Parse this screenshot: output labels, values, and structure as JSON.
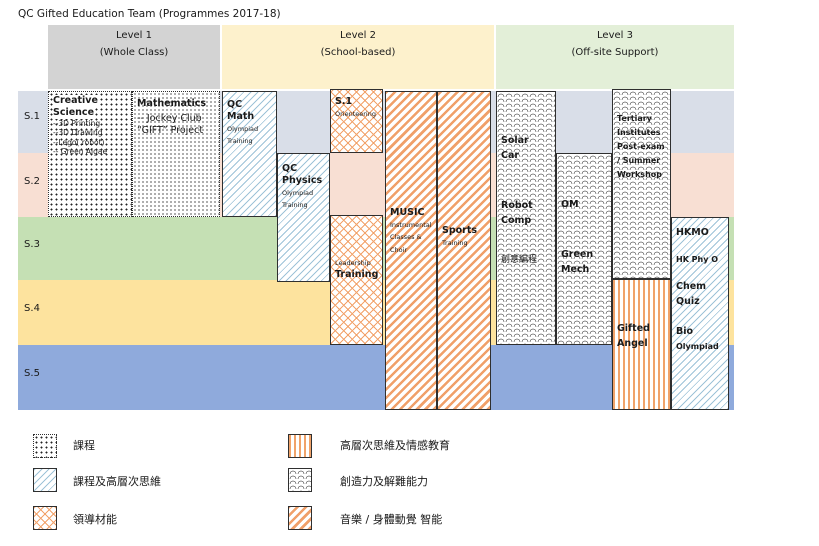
{
  "title": "QC Gifted Education Team (Programmes 2017-18)",
  "levels": [
    {
      "name": "Level 1",
      "sub": "(Whole Class)",
      "color": "#d3d3d3"
    },
    {
      "name": "Level 2",
      "sub": "(School-based)",
      "color": "#fdf1cc"
    },
    {
      "name": "Level 3",
      "sub": "(Off-site Support)",
      "color": "#e3efd8"
    }
  ],
  "rows": [
    {
      "label": "S.1",
      "color": "#d9dee8"
    },
    {
      "label": "S.2",
      "color": "#f8dfd3"
    },
    {
      "label": "S.3",
      "color": "#c5e0b4"
    },
    {
      "label": "S.4",
      "color": "#fde39e"
    },
    {
      "label": "S.5",
      "color": "#8faadc"
    }
  ],
  "programmes": {
    "creative_science": {
      "title1": "Creative",
      "title2": "Science",
      "items": [
        "--3D Printing",
        "--3D Drawing",
        "--Lego( robot)",
        "-- Green Algae"
      ]
    },
    "mathematics": {
      "title": "Mathematics",
      "line2": "-- Jockey Club",
      "line3": "“GIFT” Project"
    },
    "qc_math": {
      "line1": "QC",
      "line2": "Math",
      "sub1": "Olympiad",
      "sub2": "Training"
    },
    "qc_physics": {
      "line1": "QC",
      "line2": "Physics",
      "sub1": "Olympiad",
      "sub2": "Training"
    },
    "s1_orienteering": {
      "title": "S.1",
      "sub": "Orienteering"
    },
    "leadership": {
      "sub": "Leadership",
      "title": "Training"
    },
    "music": {
      "title": "MUSIC",
      "sub1": "Instrumental",
      "sub2": "Classes &",
      "sub3": "Choir"
    },
    "sports": {
      "title": "Sports",
      "sub": "Training"
    },
    "solar_car": {
      "line1": "Solar",
      "line2": "Car",
      "line3": "Robot",
      "line4": "Comp",
      "line5": "創意編程"
    },
    "om": {
      "line1": "OM",
      "line2": "Green",
      "line3": "Mech"
    },
    "tertiary": {
      "lines": [
        "Tertiary",
        "Institutes",
        "Post-exam",
        "/ Summer",
        "Workshop"
      ]
    },
    "gifted_angel": {
      "line1": "Gifted",
      "line2": "Angel"
    },
    "hkmo": {
      "line1": "HKMO",
      "line2": "HK Phy O",
      "line3": "Chem",
      "line4": "Quiz",
      "line5": "Bio",
      "line6": "Olympiad"
    }
  },
  "legend": [
    {
      "label": "課程",
      "pattern": "dots"
    },
    {
      "label": "課程及高層次思維",
      "pattern": "blue-diagonal"
    },
    {
      "label": "領導材能",
      "pattern": "orange-weave"
    },
    {
      "label": "高層次思維及情感教育",
      "pattern": "orange-vertical"
    },
    {
      "label": "創造力及解難能力",
      "pattern": "scallop"
    },
    {
      "label": "音樂 / 身體動覺 智能",
      "pattern": "orange-diagonal"
    }
  ]
}
